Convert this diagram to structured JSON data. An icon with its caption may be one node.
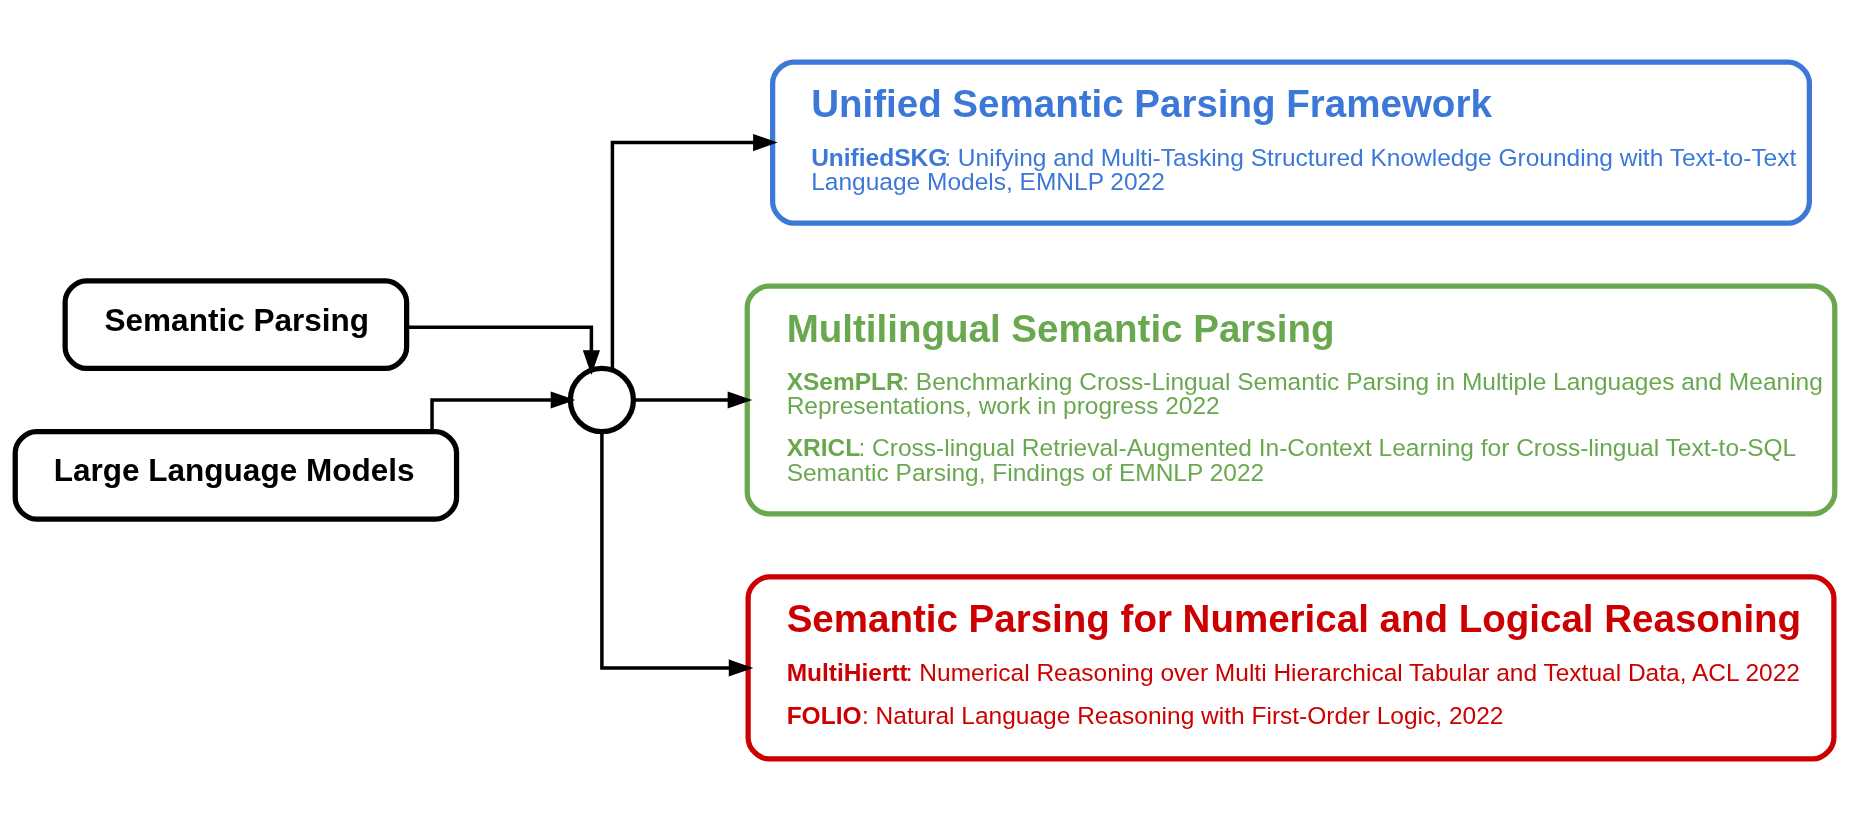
{
  "diagram": {
    "nodes": [
      {
        "text": [
          "Semantic Parsing"
        ]
      },
      {
        "text": [],
        "shape": "circle"
      },
      {
        "text": [
          "Large Language Models"
        ]
      },
      {
        "text": [
          "Unified Semantic Parsing Framework",
          "**UnifiedSKG**: Unifying and Multi-Tasking Structured Knowledge Grounding with Text-to-Text Language Models, EMNLP 2022"
        ]
      },
      {
        "text": [
          "Multilingual Semantic Parsing",
          "**XSemPLR**: Benchmarking Cross-Lingual Semantic Parsing in Multiple Languages and Meaning Representations, work in progress 2022",
          "**XRICL**: Cross-lingual Retrieval-Augmented In-Context Learning for Cross-lingual Text-to-SQL Semantic Parsing, Findings of EMNLP 2022"
        ]
      },
      {
        "text": [
          "Semantic Parsing for Numerical and Logical Reasoning",
          "**MultiHiertt**: Numerical Reasoning over Multi Hierarchical Tabular and Textual Data, ACL 2022",
          "**FOLIO**: Natural Language Reasoning with First-Order Logic, 2022"
        ]
      }
    ],
    "edges": [
      {
        "from": 0,
        "to": 1,
        "arrow": "to"
      },
      {
        "from": 2,
        "to": 1,
        "arrow": "to"
      },
      {
        "from": 1,
        "to": 3,
        "arrow": "to"
      },
      {
        "from": 1,
        "to": 4,
        "arrow": "to"
      },
      {
        "from": 1,
        "to": 5,
        "arrow": "to"
      }
    ]
  }
}
